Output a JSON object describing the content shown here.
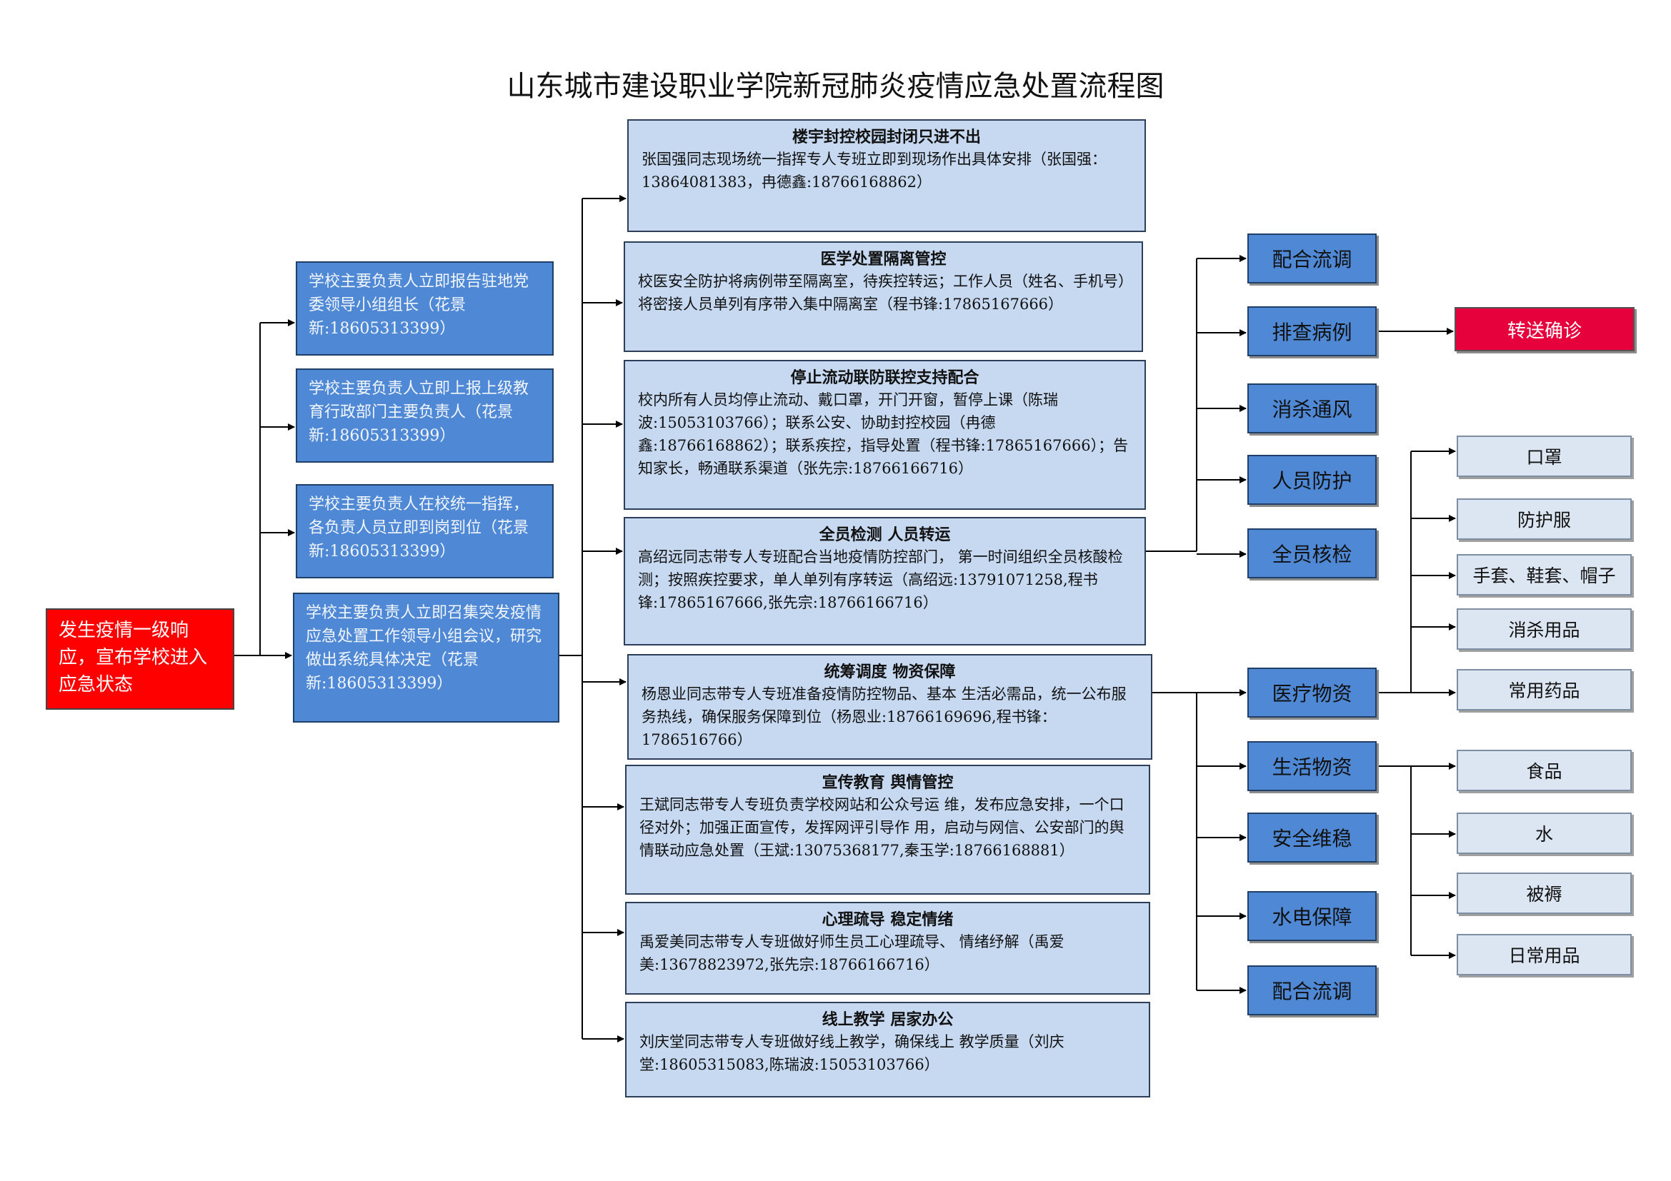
{
  "title": "山东城市建设职业学院新冠肺炎疫情应急处置流程图",
  "start": "发生疫情一级响应，宣布学校进入应急状态",
  "leaders": [
    "学校主要负责人立即报告驻地党委领导小组组长（花景新:18605313399）",
    "学校主要负责人立即上报上级教育行政部门主要负责人（花景新:18605313399）",
    "学校主要负责人在校统一指挥，各负责人员立即到岗到位（花景新:18605313399）",
    "学校主要负责人立即召集突发疫情应急处置工作领导小组会议，研究做出系统具体决定（花景新:18605313399）"
  ],
  "actions": [
    {
      "heading": "楼宇封控校园封闭只进不出",
      "body": "张国强同志现场统一指挥专人专班立即到现场作出具体安排（张国强：13864081383，冉德鑫:18766168862）"
    },
    {
      "heading": "医学处置隔离管控",
      "body": "校医安全防护将病例带至隔离室，待疾控转运；工作人员（姓名、手机号）将密接人员单列有序带入集中隔离室（程书锋:17865167666）"
    },
    {
      "heading": "停止流动联防联控支持配合",
      "body": "校内所有人员均停止流动、戴口罩，开门开窗，暂停上课（陈瑞波:15053103766）；联系公安、协助封控校园（冉德鑫:18766168862）；联系疾控，指导处置（程书锋:17865167666）；告知家长，畅通联系渠道（张先宗:18766166716）"
    },
    {
      "heading": "全员检测 人员转运",
      "body": "高绍远同志带专人专班配合当地疫情防控部门， 第一时间组织全员核酸检测；按照疾控要求，单人单列有序转运（高绍远:13791071258,程书锋:17865167666,张先宗:18766166716）"
    },
    {
      "heading": "统筹调度 物资保障",
      "body": "杨恩业同志带专人专班准备疫情防控物品、基本 生活必需品，统一公布服务热线，确保服务保障到位（杨恩业:18766169696,程书锋：1786516766）"
    },
    {
      "heading": "宣传教育 舆情管控",
      "body": "王斌同志带专人专班负责学校网站和公众号运 维，发布应急安排，一个口径对外；加强正面宣传，发挥网评引导作 用，启动与网信、公安部门的舆情联动应急处置（王斌:13075368177,秦玉学:18766168881）"
    },
    {
      "heading": "心理疏导 稳定情绪",
      "body": "禹爱美同志带专人专班做好师生员工心理疏导、 情绪纾解（禹爱美:13678823972,张先宗:18766166716）"
    },
    {
      "heading": "线上教学 居家办公",
      "body": "刘庆堂同志带专人专班做好线上教学，确保线上 教学质量（刘庆堂:18605315083,陈瑞波:15053103766）"
    }
  ],
  "testing_items": [
    "配合流调",
    "排查病例",
    "消杀通风",
    "人员防护",
    "全员核检"
  ],
  "transfer": "转送确诊",
  "supply_items": [
    "医疗物资",
    "生活物资",
    "安全维稳",
    "水电保障",
    "配合流调"
  ],
  "medical_supplies": [
    "口罩",
    "防护服",
    "手套、鞋套、帽子",
    "消杀用品",
    "常用药品"
  ],
  "living_supplies": [
    "食品",
    "水",
    "被褥",
    "日常用品"
  ],
  "colors": {
    "start_red": "#ff0000",
    "leader_blue": "#4f89d6",
    "action_pale": "#c6d9f1",
    "transfer_red": "#e6003c",
    "item_pale": "#dce6f2"
  }
}
